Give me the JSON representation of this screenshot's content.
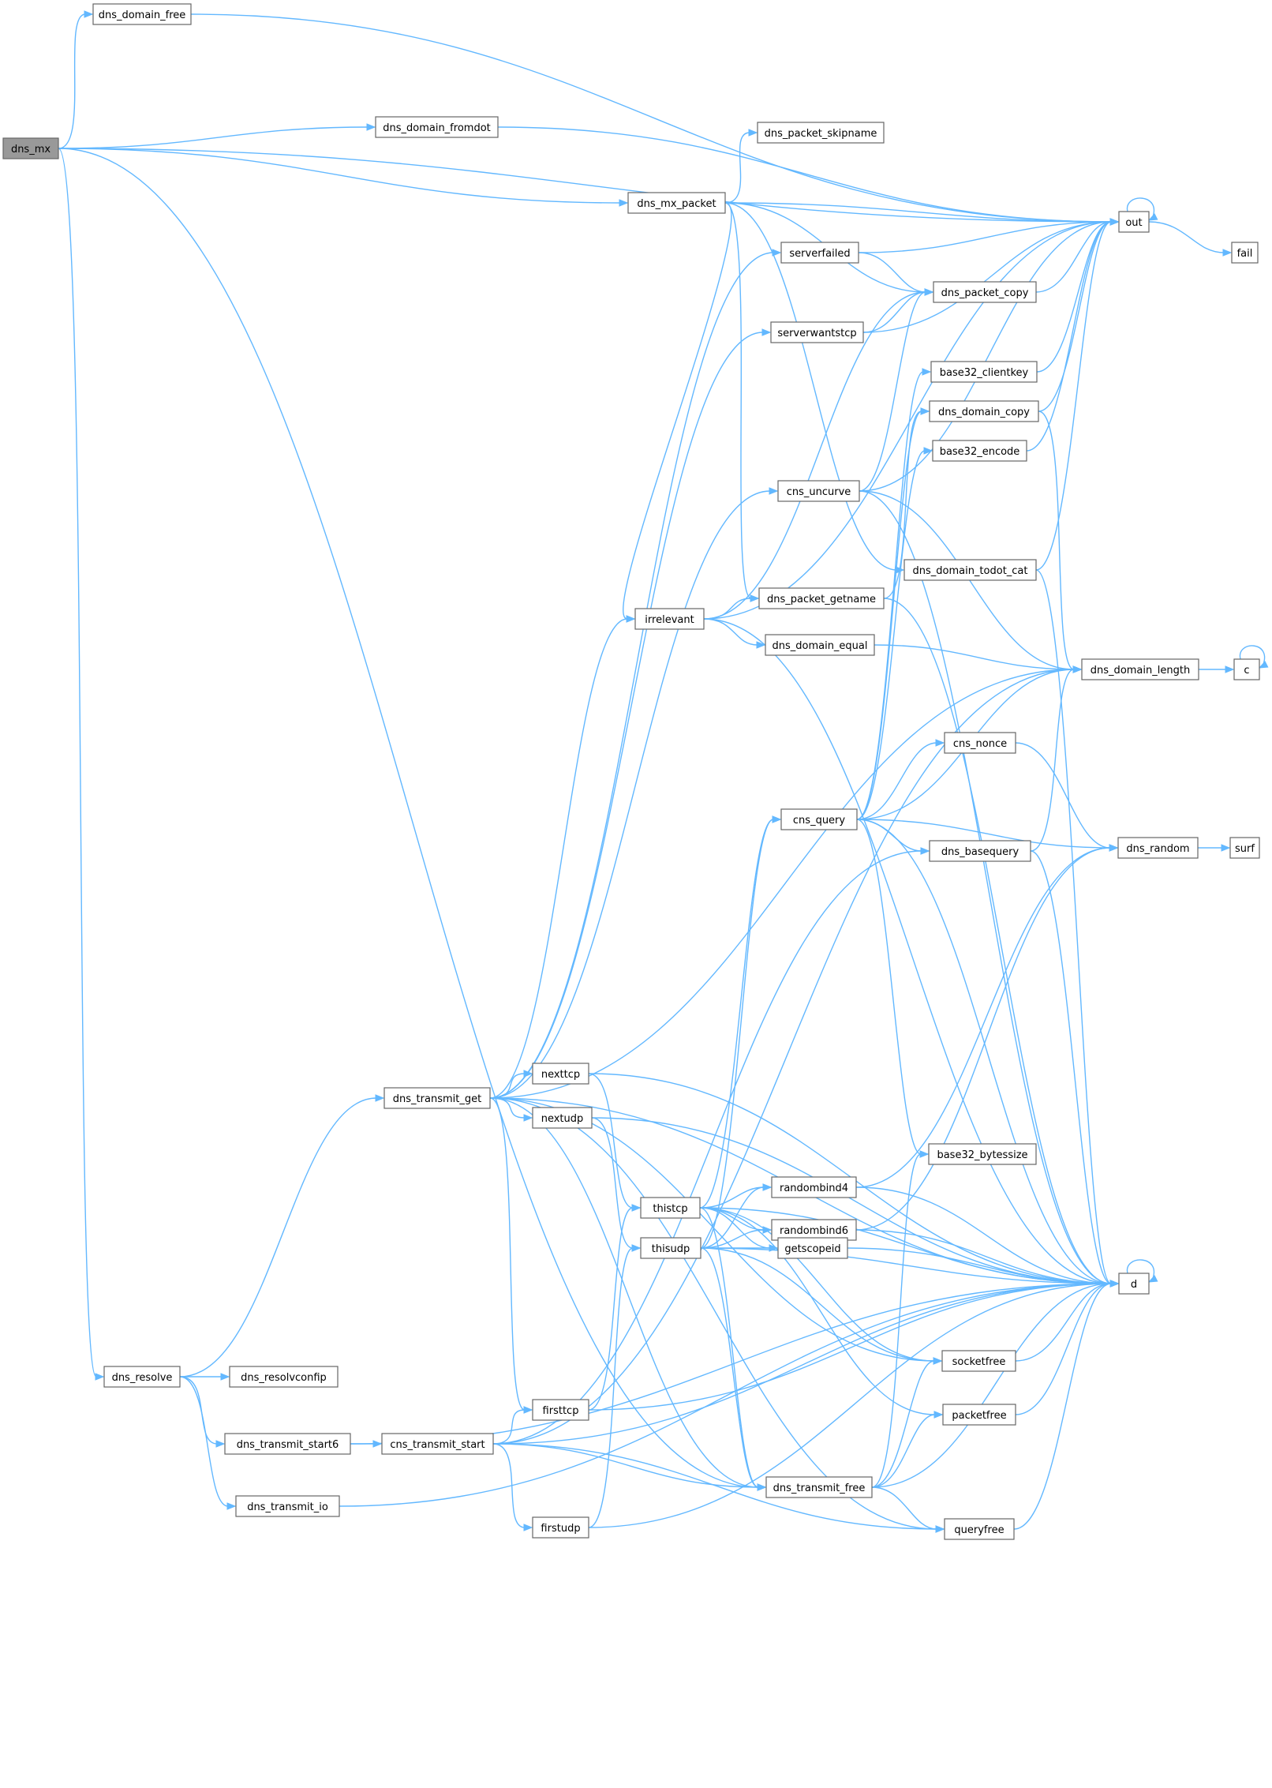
{
  "diagram": {
    "root": "dns_mx",
    "colors": {
      "edge": "#63b8ff",
      "node_border": "#666666",
      "root_fill": "#999999",
      "node_fill": "#ffffff"
    },
    "nodes": [
      {
        "id": "dns_mx",
        "label": "dns_mx"
      },
      {
        "id": "dns_domain_free",
        "label": "dns_domain_free"
      },
      {
        "id": "dns_domain_fromdot",
        "label": "dns_domain_fromdot"
      },
      {
        "id": "dns_mx_packet",
        "label": "dns_mx_packet"
      },
      {
        "id": "dns_packet_skipname",
        "label": "dns_packet_skipname"
      },
      {
        "id": "serverfailed",
        "label": "serverfailed"
      },
      {
        "id": "serverwantstcp",
        "label": "serverwantstcp"
      },
      {
        "id": "dns_packet_copy",
        "label": "dns_packet_copy"
      },
      {
        "id": "out",
        "label": "out"
      },
      {
        "id": "fail",
        "label": "fail"
      },
      {
        "id": "base32_clientkey",
        "label": "base32_clientkey"
      },
      {
        "id": "dns_domain_copy",
        "label": "dns_domain_copy"
      },
      {
        "id": "base32_encode",
        "label": "base32_encode"
      },
      {
        "id": "cns_uncurve",
        "label": "cns_uncurve"
      },
      {
        "id": "dns_domain_todot_cat",
        "label": "dns_domain_todot_cat"
      },
      {
        "id": "dns_packet_getname",
        "label": "dns_packet_getname"
      },
      {
        "id": "irrelevant",
        "label": "irrelevant"
      },
      {
        "id": "dns_domain_equal",
        "label": "dns_domain_equal"
      },
      {
        "id": "dns_domain_length",
        "label": "dns_domain_length"
      },
      {
        "id": "c",
        "label": "c"
      },
      {
        "id": "cns_nonce",
        "label": "cns_nonce"
      },
      {
        "id": "cns_query",
        "label": "cns_query"
      },
      {
        "id": "dns_basequery",
        "label": "dns_basequery"
      },
      {
        "id": "dns_random",
        "label": "dns_random"
      },
      {
        "id": "surf",
        "label": "surf"
      },
      {
        "id": "dns_transmit_get",
        "label": "dns_transmit_get"
      },
      {
        "id": "nexttcp",
        "label": "nexttcp"
      },
      {
        "id": "nextudp",
        "label": "nextudp"
      },
      {
        "id": "base32_bytessize",
        "label": "base32_bytessize"
      },
      {
        "id": "randombind4",
        "label": "randombind4"
      },
      {
        "id": "randombind6",
        "label": "randombind6"
      },
      {
        "id": "thistcp",
        "label": "thistcp"
      },
      {
        "id": "thisudp",
        "label": "thisudp"
      },
      {
        "id": "getscopeid",
        "label": "getscopeid"
      },
      {
        "id": "d",
        "label": "d"
      },
      {
        "id": "dns_resolve",
        "label": "dns_resolve"
      },
      {
        "id": "dns_resolvconfip",
        "label": "dns_resolvconfip"
      },
      {
        "id": "socketfree",
        "label": "socketfree"
      },
      {
        "id": "firsttcp",
        "label": "firsttcp"
      },
      {
        "id": "packetfree",
        "label": "packetfree"
      },
      {
        "id": "dns_transmit_start6",
        "label": "dns_transmit_start6"
      },
      {
        "id": "cns_transmit_start",
        "label": "cns_transmit_start"
      },
      {
        "id": "dns_transmit_free",
        "label": "dns_transmit_free"
      },
      {
        "id": "dns_transmit_io",
        "label": "dns_transmit_io"
      },
      {
        "id": "firstudp",
        "label": "firstudp"
      },
      {
        "id": "queryfree",
        "label": "queryfree"
      }
    ],
    "edges": [
      [
        "dns_mx",
        "dns_domain_free"
      ],
      [
        "dns_mx",
        "out"
      ],
      [
        "dns_mx",
        "dns_domain_fromdot"
      ],
      [
        "dns_mx",
        "dns_mx_packet"
      ],
      [
        "dns_mx",
        "dns_resolve"
      ],
      [
        "dns_mx",
        "dns_transmit_free"
      ],
      [
        "dns_domain_free",
        "out"
      ],
      [
        "dns_domain_fromdot",
        "out"
      ],
      [
        "dns_mx_packet",
        "dns_packet_skipname"
      ],
      [
        "dns_mx_packet",
        "out"
      ],
      [
        "dns_mx_packet",
        "dns_packet_copy"
      ],
      [
        "dns_mx_packet",
        "dns_packet_getname"
      ],
      [
        "dns_mx_packet",
        "dns_domain_todot_cat"
      ],
      [
        "dns_mx_packet",
        "irrelevant"
      ],
      [
        "out",
        "out"
      ],
      [
        "out",
        "fail"
      ],
      [
        "serverfailed",
        "out"
      ],
      [
        "serverfailed",
        "dns_packet_copy"
      ],
      [
        "serverwantstcp",
        "out"
      ],
      [
        "serverwantstcp",
        "dns_packet_copy"
      ],
      [
        "dns_packet_copy",
        "out"
      ],
      [
        "base32_clientkey",
        "out"
      ],
      [
        "dns_domain_copy",
        "out"
      ],
      [
        "dns_domain_copy",
        "dns_domain_length"
      ],
      [
        "base32_encode",
        "out"
      ],
      [
        "cns_uncurve",
        "out"
      ],
      [
        "cns_uncurve",
        "dns_packet_copy"
      ],
      [
        "cns_uncurve",
        "dns_domain_length"
      ],
      [
        "cns_uncurve",
        "d"
      ],
      [
        "dns_domain_todot_cat",
        "out"
      ],
      [
        "dns_domain_todot_cat",
        "d"
      ],
      [
        "dns_packet_getname",
        "dns_domain_copy"
      ],
      [
        "dns_packet_getname",
        "d"
      ],
      [
        "irrelevant",
        "out"
      ],
      [
        "irrelevant",
        "dns_packet_copy"
      ],
      [
        "irrelevant",
        "dns_packet_getname"
      ],
      [
        "irrelevant",
        "dns_domain_equal"
      ],
      [
        "irrelevant",
        "d"
      ],
      [
        "dns_domain_equal",
        "dns_domain_length"
      ],
      [
        "dns_domain_length",
        "c"
      ],
      [
        "c",
        "c"
      ],
      [
        "cns_nonce",
        "dns_random"
      ],
      [
        "cns_query",
        "base32_clientkey"
      ],
      [
        "cns_query",
        "base32_encode"
      ],
      [
        "cns_query",
        "dns_domain_length"
      ],
      [
        "cns_query",
        "cns_nonce"
      ],
      [
        "cns_query",
        "dns_basequery"
      ],
      [
        "cns_query",
        "dns_random"
      ],
      [
        "cns_query",
        "d"
      ],
      [
        "cns_query",
        "base32_bytessize"
      ],
      [
        "cns_query",
        "dns_domain_copy"
      ],
      [
        "dns_basequery",
        "dns_domain_length"
      ],
      [
        "dns_basequery",
        "d"
      ],
      [
        "dns_random",
        "surf"
      ],
      [
        "dns_transmit_get",
        "serverfailed"
      ],
      [
        "dns_transmit_get",
        "serverwantstcp"
      ],
      [
        "dns_transmit_get",
        "cns_uncurve"
      ],
      [
        "dns_transmit_get",
        "irrelevant"
      ],
      [
        "dns_transmit_get",
        "dns_domain_length"
      ],
      [
        "dns_transmit_get",
        "d"
      ],
      [
        "dns_transmit_get",
        "nexttcp"
      ],
      [
        "dns_transmit_get",
        "nextudp"
      ],
      [
        "dns_transmit_get",
        "firsttcp"
      ],
      [
        "dns_transmit_get",
        "socketfree"
      ],
      [
        "dns_transmit_get",
        "dns_transmit_free"
      ],
      [
        "dns_transmit_get",
        "queryfree"
      ],
      [
        "nexttcp",
        "d"
      ],
      [
        "nexttcp",
        "thistcp"
      ],
      [
        "nextudp",
        "d"
      ],
      [
        "nextudp",
        "thisudp"
      ],
      [
        "randombind4",
        "dns_random"
      ],
      [
        "randombind4",
        "d"
      ],
      [
        "randombind6",
        "dns_random"
      ],
      [
        "randombind6",
        "d"
      ],
      [
        "thistcp",
        "cns_query"
      ],
      [
        "thistcp",
        "randombind4"
      ],
      [
        "thistcp",
        "randombind6"
      ],
      [
        "thistcp",
        "getscopeid"
      ],
      [
        "thistcp",
        "d"
      ],
      [
        "thistcp",
        "socketfree"
      ],
      [
        "thistcp",
        "packetfree"
      ],
      [
        "thistcp",
        "dns_transmit_free"
      ],
      [
        "thisudp",
        "cns_query"
      ],
      [
        "thisudp",
        "randombind4"
      ],
      [
        "thisudp",
        "randombind6"
      ],
      [
        "thisudp",
        "getscopeid"
      ],
      [
        "thisudp",
        "d"
      ],
      [
        "thisudp",
        "socketfree"
      ],
      [
        "thisudp",
        "dns_transmit_free"
      ],
      [
        "getscopeid",
        "d"
      ],
      [
        "d",
        "d"
      ],
      [
        "socketfree",
        "d"
      ],
      [
        "packetfree",
        "d"
      ],
      [
        "queryfree",
        "d"
      ],
      [
        "dns_resolve",
        "dns_transmit_get"
      ],
      [
        "dns_resolve",
        "dns_resolvconfip"
      ],
      [
        "dns_resolve",
        "dns_transmit_start6"
      ],
      [
        "dns_resolve",
        "dns_transmit_io"
      ],
      [
        "dns_transmit_start6",
        "cns_transmit_start"
      ],
      [
        "dns_transmit_start6",
        "d"
      ],
      [
        "cns_transmit_start",
        "firsttcp"
      ],
      [
        "cns_transmit_start",
        "dns_transmit_free"
      ],
      [
        "cns_transmit_start",
        "firstudp"
      ],
      [
        "cns_transmit_start",
        "queryfree"
      ],
      [
        "cns_transmit_start",
        "dns_basequery"
      ],
      [
        "cns_transmit_start",
        "dns_domain_length"
      ],
      [
        "cns_transmit_start",
        "d"
      ],
      [
        "firsttcp",
        "thistcp"
      ],
      [
        "firsttcp",
        "d"
      ],
      [
        "firstudp",
        "thisudp"
      ],
      [
        "firstudp",
        "d"
      ],
      [
        "dns_transmit_free",
        "socketfree"
      ],
      [
        "dns_transmit_free",
        "packetfree"
      ],
      [
        "dns_transmit_free",
        "queryfree"
      ],
      [
        "dns_transmit_free",
        "d"
      ],
      [
        "dns_transmit_free",
        "base32_bytessize"
      ],
      [
        "dns_transmit_io",
        "d"
      ]
    ]
  }
}
